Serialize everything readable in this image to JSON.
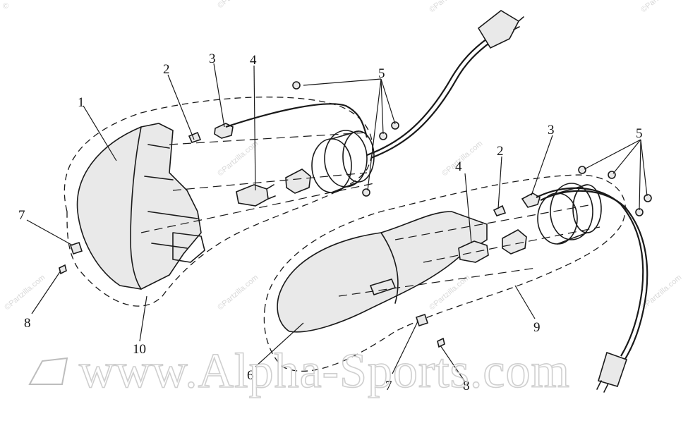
{
  "diagram": {
    "callouts": [
      "1",
      "2",
      "3",
      "4",
      "5",
      "7",
      "8",
      "10",
      "4",
      "2",
      "3",
      "5",
      "6",
      "7",
      "8",
      "9"
    ]
  },
  "watermark": {
    "main": "www.Alpha-Sports.com",
    "small": "©Partzilla.com",
    "corner": "©"
  }
}
